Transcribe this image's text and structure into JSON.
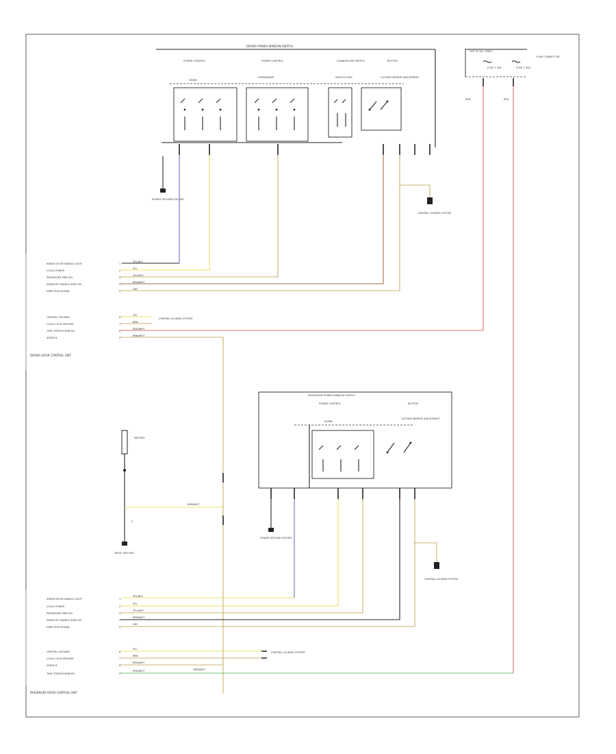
{
  "diagram": {
    "corner_label": "",
    "driver_unit": {
      "title": "DRIVER DOOR CONTROL UNIT",
      "switch_block_title": "DRIVER POWER WINDOW SWITCH",
      "sections": [
        "POWER CONTROL",
        "POWER CONTROL",
        "CHANGEOVER SWITCH",
        "BUTTON"
      ],
      "sub_labels": [
        "DOWN",
        "COMMANDER",
        "SWITCH FUNC",
        "OUTSIDE MIRROR ADJUSTMENT"
      ],
      "pins_a": [
        {
          "num": "1",
          "label": "INSIDE DOOR HANDLE LIGHT",
          "color": "YEL/BLU"
        },
        {
          "num": "2",
          "label": "LOCAL POWER",
          "color": "YEL"
        },
        {
          "num": "3",
          "label": "PASSENGER PWR SIG",
          "color": "YEL/WHT"
        },
        {
          "num": "4",
          "label": "INSIDE BY HANDLE SENS SIG",
          "color": "BRN/WHT"
        },
        {
          "num": "5",
          "label": "DIRECTION SIGNAL",
          "color": "GRY"
        }
      ],
      "pins_b": [
        {
          "num": "6",
          "label": "CENTRAL GROUND",
          "color": "YEL"
        },
        {
          "num": "7",
          "label": "LOCAL LOCK GROUND",
          "color": "BRN"
        },
        {
          "num": "8",
          "label": "TIME STATION SENSOR",
          "color": "RED/WHT"
        },
        {
          "num": "9",
          "label": "SENSE B",
          "color": "BRN/WHT"
        }
      ],
      "ground_label": "POWER GROUND SYSTEM",
      "dist_label": "CENTRAL LOCKING SYSTEM"
    },
    "fuse_box": {
      "title": "HOT AT ALL TIMES",
      "sub": "FUSE CONNECTOR",
      "fuse_labels": [
        "FUSE 1 30A",
        "FUSE 2 30A"
      ],
      "wire_labels": [
        "RED",
        "RED"
      ]
    },
    "battery": {
      "label": "BATTERY",
      "ground": "BODY GROUND",
      "wire_color": "BRN/WHT",
      "splice": "S"
    },
    "passenger_unit": {
      "title": "PASSENGER DOOR CONTROL UNIT",
      "switch_block_title": "PASSENGER POWER WINDOW SWITCH",
      "sections": [
        "POWER CONTROL",
        "BUTTON"
      ],
      "sub_labels": [
        "DOWN",
        "OUTSIDE MIRROR ADJUSTMENT"
      ],
      "pins_a": [
        {
          "num": "1",
          "label": "INSIDE DOOR HANDLE LIGHT",
          "color": "YEL/BLU"
        },
        {
          "num": "2",
          "label": "LOCAL POWER",
          "color": "YEL"
        },
        {
          "num": "3",
          "label": "PASSENGER PWR SIG",
          "color": "YEL/WHT"
        },
        {
          "num": "4",
          "label": "INSIDE BY HANDLE SENS SIG",
          "color": "BRN/WHT"
        },
        {
          "num": "5",
          "label": "DIRECTION SIGNAL",
          "color": "GRY"
        }
      ],
      "pins_b": [
        {
          "num": "6",
          "label": "CENTRAL GROUND",
          "color": "YEL"
        },
        {
          "num": "7",
          "label": "LOCAL LOCK GROUND",
          "color": "BRN"
        },
        {
          "num": "8",
          "label": "SENSE B",
          "color": "BRN/WHT"
        },
        {
          "num": "9",
          "label": "TIME STATION SENSOR",
          "color": "RED/WHT"
        }
      ],
      "ground_label": "POWER GROUND SYSTEM",
      "dist_label": "CENTRAL LOCKING SYSTEM",
      "green_wire": "GRN/WHT"
    }
  }
}
